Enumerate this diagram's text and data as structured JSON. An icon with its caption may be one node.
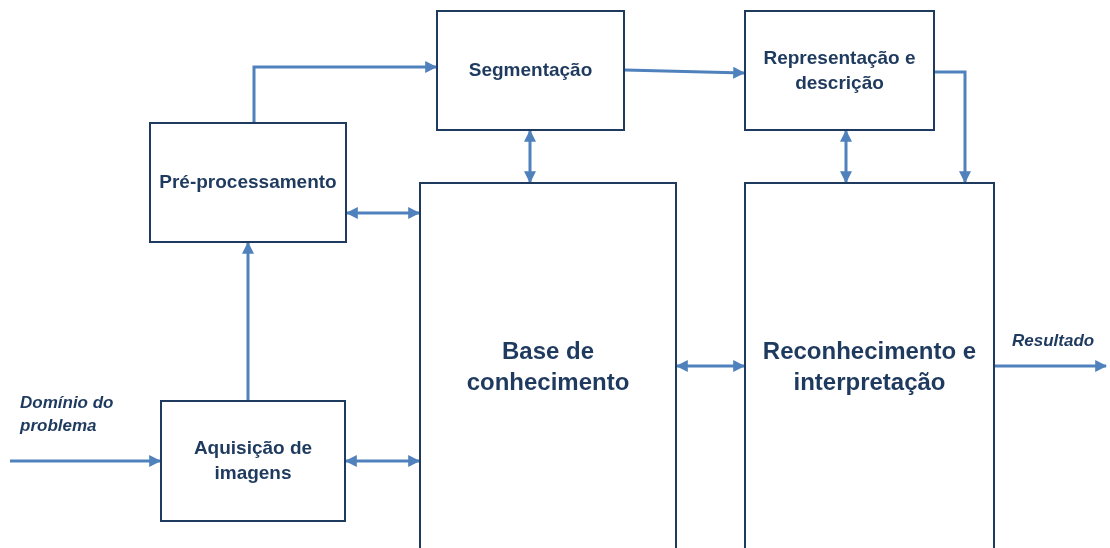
{
  "diagram": {
    "nodes": [
      {
        "text": [
          "Pré-processamento"
        ]
      },
      {
        "text": [
          "Segmentação"
        ]
      },
      {
        "text": [
          "Representação e descrição"
        ]
      },
      {
        "text": [
          "Aquisição de imagens"
        ]
      },
      {
        "text": [
          "Base de conhecimento"
        ]
      },
      {
        "text": [
          "Reconhecimento e interpretação"
        ]
      }
    ],
    "edges": [
      {
        "from": null,
        "to": 3,
        "arrow": "to",
        "label": "Domínio do problema"
      },
      {
        "from": 3,
        "to": 0,
        "arrow": "to"
      },
      {
        "from": 0,
        "to": 1,
        "arrow": "to"
      },
      {
        "from": 1,
        "to": 2,
        "arrow": "to"
      },
      {
        "from": 2,
        "to": 5,
        "arrow": "to"
      },
      {
        "from": 3,
        "to": 4,
        "arrow": "both"
      },
      {
        "from": 0,
        "to": 4,
        "arrow": "both"
      },
      {
        "from": 1,
        "to": 4,
        "arrow": "both"
      },
      {
        "from": 2,
        "to": 5,
        "arrow": "both"
      },
      {
        "from": 4,
        "to": 5,
        "arrow": "both"
      },
      {
        "from": 5,
        "to": null,
        "arrow": "to",
        "label": "Resultado"
      }
    ]
  }
}
